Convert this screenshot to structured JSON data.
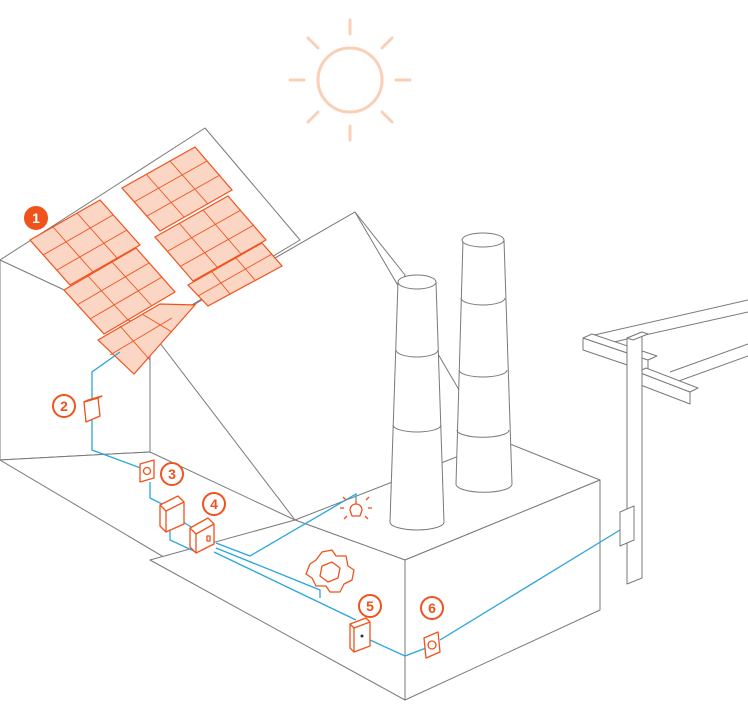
{
  "colors": {
    "accent": "#f0521c",
    "panel_fill": "#fbd6c5",
    "wire": "#2aa6dc",
    "outline": "#7a7a7a",
    "sun": "#f9cfb8"
  },
  "icons": [
    "sun-icon",
    "lightbulb-icon",
    "gear-icon",
    "utility-pole-icon"
  ],
  "markers": [
    {
      "label": "1",
      "style": "filled"
    },
    {
      "label": "2",
      "style": "outline"
    },
    {
      "label": "3",
      "style": "outline"
    },
    {
      "label": "4",
      "style": "outline"
    },
    {
      "label": "5",
      "style": "outline"
    },
    {
      "label": "6",
      "style": "outline"
    }
  ]
}
